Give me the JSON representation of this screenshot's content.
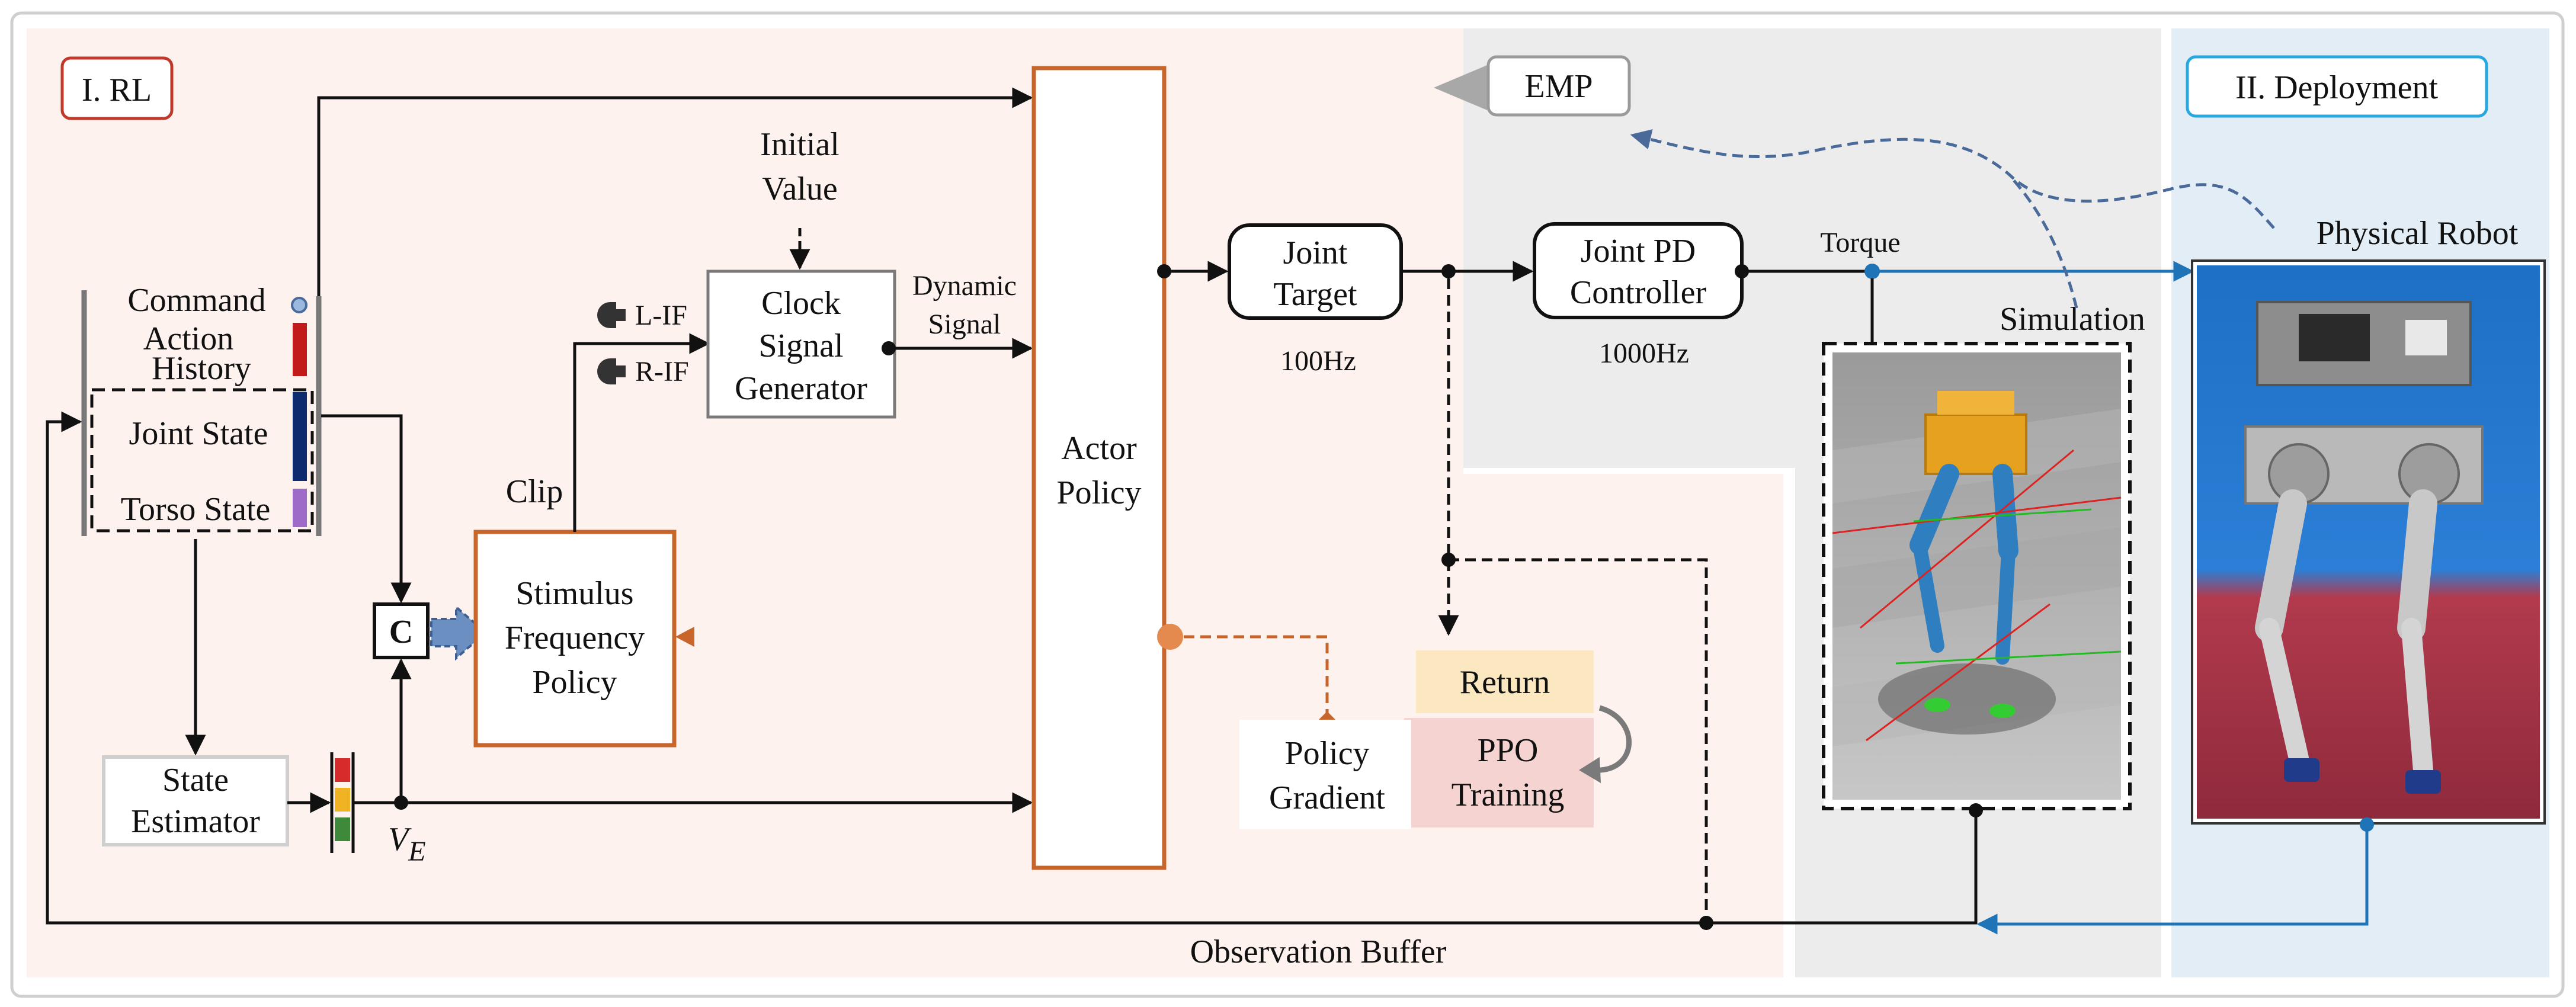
{
  "sections": {
    "rl": "I. RL",
    "deployment": "II. Deployment",
    "emp": "EMP"
  },
  "observations": {
    "command": "Command",
    "action_history_line1": "Action",
    "action_history_line2": "History",
    "joint_state": "Joint State",
    "torso_state": "Torso State"
  },
  "blocks": {
    "initial_value_line1": "Initial",
    "initial_value_line2": "Value",
    "clock_line1": "Clock",
    "clock_line2": "Signal",
    "clock_line3": "Generator",
    "dynamic_signal_line1": "Dynamic",
    "dynamic_signal_line2": "Signal",
    "l_if": "L-IF",
    "r_if": "R-IF",
    "clip": "Clip",
    "stimulus_line1": "Stimulus",
    "stimulus_line2": "Frequency",
    "stimulus_line3": "Policy",
    "concat": "C",
    "state_estimator_line1": "State",
    "state_estimator_line2": "Estimator",
    "ve": "V",
    "ve_sub": "E",
    "actor_line1": "Actor",
    "actor_line2": "Policy",
    "joint_target_line1": "Joint",
    "joint_target_line2": "Target",
    "joint_target_rate": "100Hz",
    "pd_line1": "Joint PD",
    "pd_line2": "Controller",
    "pd_rate": "1000Hz",
    "torque": "Torque",
    "simulation": "Simulation",
    "physical_robot": "Physical Robot",
    "return": "Return",
    "ppo_line1": "PPO",
    "ppo_line2": "Training",
    "policy_gradient_line1": "Policy",
    "policy_gradient_line2": "Gradient",
    "observation_buffer": "Observation Buffer"
  },
  "colors": {
    "rl_bg": "#fdf2ee",
    "sim_bg": "#ececec",
    "deploy_bg": "#e3edf6",
    "rl_border": "#c0392b",
    "deploy_border": "#29a8e0",
    "policy_orange": "#c8652a",
    "flow_blue": "#1f74b8",
    "dashed_navy": "#4a6a9a",
    "return_fill": "#fbe8c0",
    "ppo_fill": "#f5d3d0"
  }
}
